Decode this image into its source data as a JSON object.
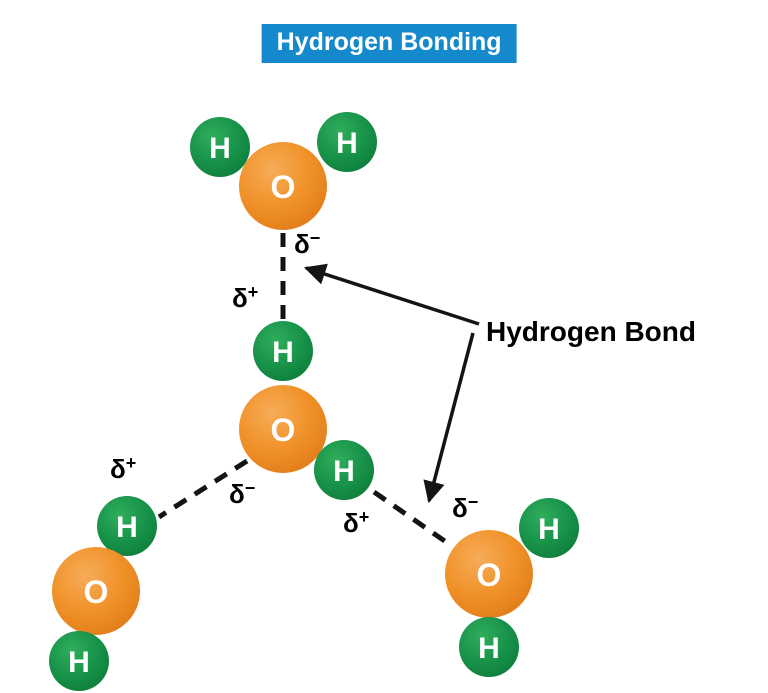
{
  "title": {
    "text": "Hydrogen Bonding"
  },
  "annotation": {
    "hydrogen_bond": "Hydrogen Bond"
  },
  "labels": {
    "oxygen": "O",
    "hydrogen": "H",
    "delta": "δ",
    "plus": "+",
    "minus": "−"
  },
  "colors": {
    "background": "#ffffff",
    "title_bg": "#1489cb",
    "title_text": "#ffffff",
    "oxygen_light": "#f6ac58",
    "oxygen_main": "#f09128",
    "oxygen_dark": "#df7a18",
    "hydrogen_light": "#2fae5c",
    "hydrogen_main": "#18934a",
    "hydrogen_dark": "#0d7c3a",
    "bond_color": "#141414",
    "text_color": "#000000"
  }
}
